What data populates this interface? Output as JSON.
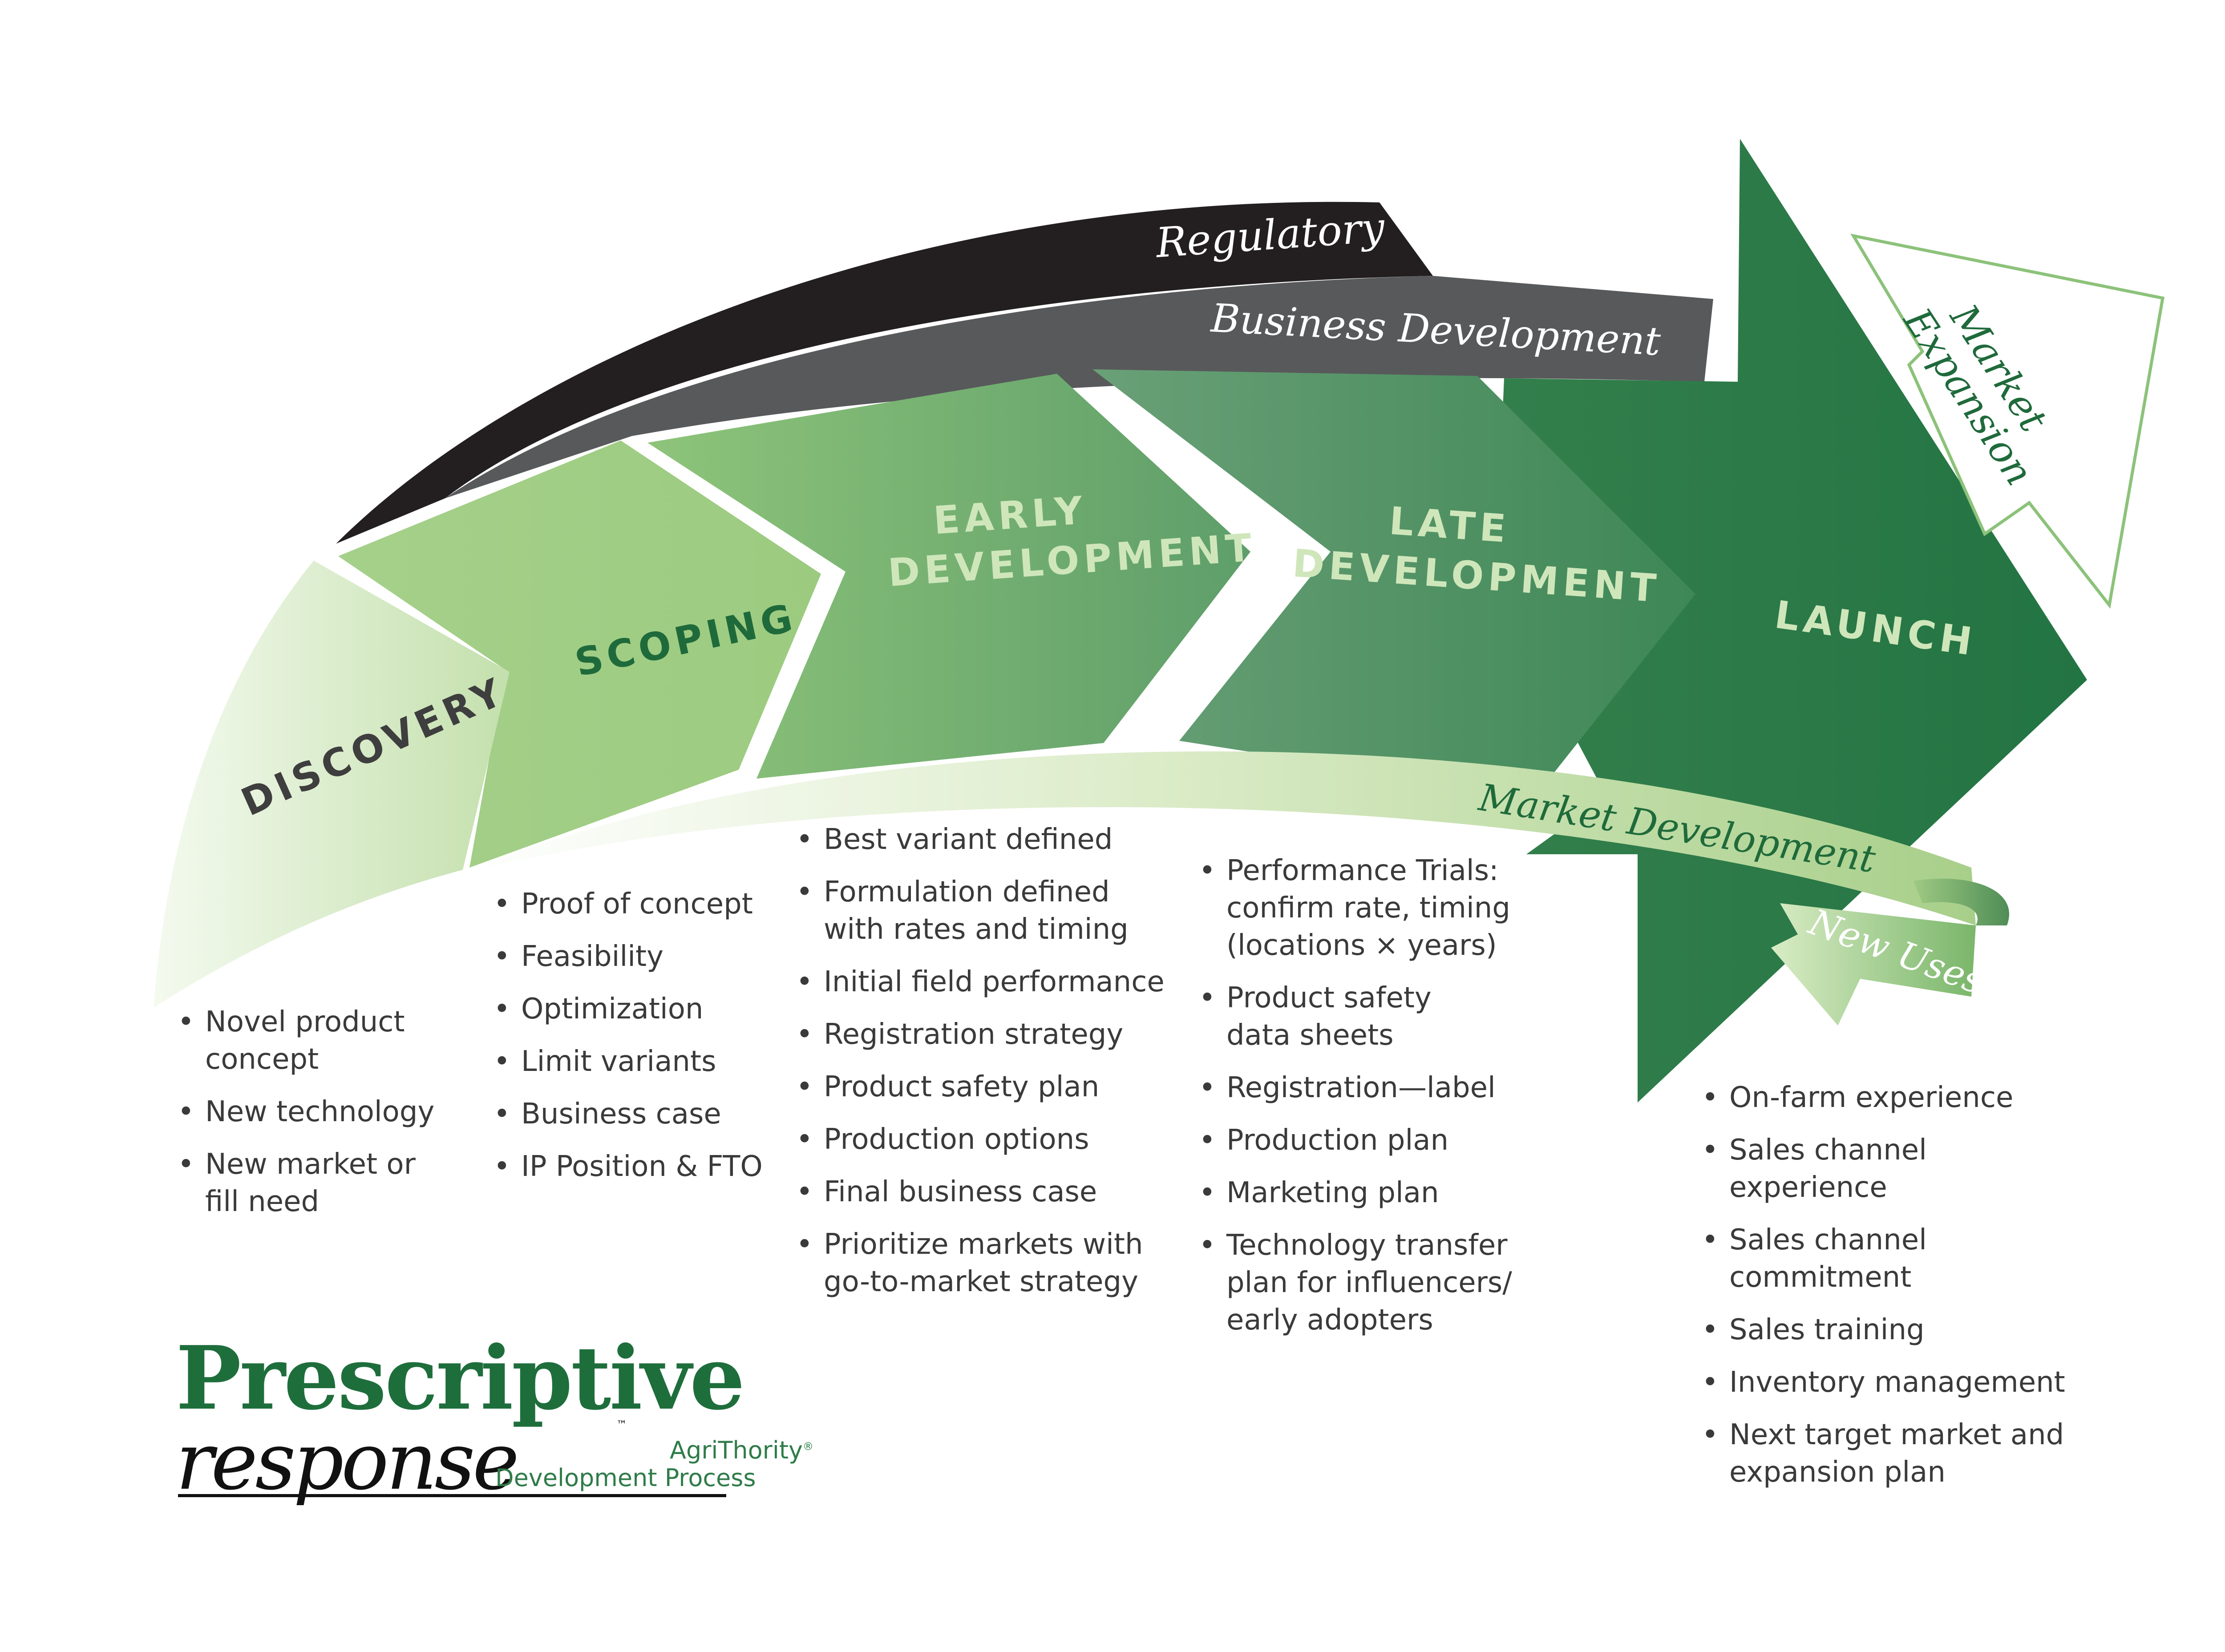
{
  "stages": [
    {
      "id": "discovery",
      "lines": [
        "DISCOVERY"
      ]
    },
    {
      "id": "scoping",
      "lines": [
        "SCOPING"
      ]
    },
    {
      "id": "early-development",
      "lines": [
        "EARLY",
        "DEVELOPMENT"
      ]
    },
    {
      "id": "late-development",
      "lines": [
        "LATE",
        "DEVELOPMENT"
      ]
    },
    {
      "id": "launch",
      "lines": [
        "LAUNCH"
      ]
    }
  ],
  "tracks": {
    "regulatory": "Regulatory",
    "business_development": "Business Development",
    "market_development": "Market Development",
    "new_uses": "New Uses",
    "market_expansion": [
      "Market",
      "Expansion"
    ]
  },
  "lists": {
    "discovery": [
      [
        "Novel product",
        "concept"
      ],
      [
        "New technology"
      ],
      [
        "New market or",
        "fill need"
      ]
    ],
    "scoping": [
      [
        "Proof of concept"
      ],
      [
        "Feasibility"
      ],
      [
        "Optimization"
      ],
      [
        "Limit variants"
      ],
      [
        "Business case"
      ],
      [
        "IP Position & FTO"
      ]
    ],
    "early_development": [
      [
        "Best variant defined"
      ],
      [
        "Formulation defined",
        "with rates and timing"
      ],
      [
        "Initial field performance"
      ],
      [
        "Registration strategy"
      ],
      [
        "Product safety plan"
      ],
      [
        "Production options"
      ],
      [
        "Final business case"
      ],
      [
        "Prioritize markets with",
        "go-to-market strategy"
      ]
    ],
    "late_development": [
      [
        "Performance Trials:",
        "confirm rate, timing",
        "(locations × years)"
      ],
      [
        "Product safety",
        "data sheets"
      ],
      [
        "Registration—label"
      ],
      [
        "Production plan"
      ],
      [
        "Marketing plan"
      ],
      [
        "Technology transfer",
        "plan for influencers/",
        "early adopters"
      ]
    ],
    "launch": [
      [
        "On-farm experience"
      ],
      [
        "Sales channel",
        "experience"
      ],
      [
        "Sales channel",
        "commitment"
      ],
      [
        "Sales training"
      ],
      [
        "Inventory management"
      ],
      [
        "Next target market and",
        "expansion plan"
      ]
    ]
  },
  "logo": {
    "name_top": "Prescriptive",
    "name_bottom": "response",
    "trademark": "™",
    "agrithority": "AgriThority",
    "registered": "®",
    "tagline": "Development Process"
  },
  "colors": {
    "dark_green": "#2a7a48",
    "light_green": "#c9e3b6",
    "regulatory": "#231f20",
    "business_development": "#58595b",
    "stage_text_light": "#cfe6bb",
    "stage_text_dark": "#1f6a3b"
  }
}
